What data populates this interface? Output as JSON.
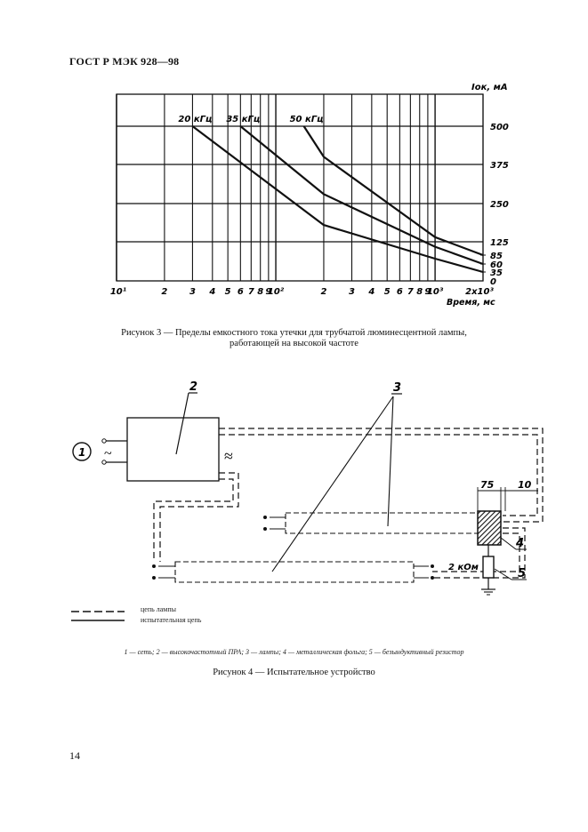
{
  "header": {
    "title": "ГОСТ Р МЭК 928—98"
  },
  "chart_data": {
    "type": "line",
    "title": "",
    "xlabel": "Время, мс",
    "ylabel": "Iок, мА",
    "x_scale": "log",
    "xlim": [
      10,
      2000
    ],
    "x_tick_labels": [
      "10¹",
      "2",
      "3",
      "4",
      "5",
      "6",
      "7",
      "8",
      "9",
      "10²",
      "2",
      "3",
      "4",
      "5",
      "6",
      "7",
      "8",
      "9",
      "10³",
      "2x10³"
    ],
    "y_tick_labels": [
      "500",
      "375",
      "250",
      "125",
      "85",
      "60",
      "35",
      "0"
    ],
    "series": [
      {
        "name": "20 кГц",
        "x": [
          30,
          200,
          1000,
          2000
        ],
        "y": [
          500,
          180,
          75,
          35
        ]
      },
      {
        "name": "35 кГц",
        "x": [
          60,
          200,
          1000,
          2000
        ],
        "y": [
          500,
          280,
          110,
          60
        ]
      },
      {
        "name": "50 кГц",
        "x": [
          150,
          200,
          1000,
          2000
        ],
        "y": [
          500,
          400,
          140,
          85
        ]
      }
    ]
  },
  "figure3": {
    "caption_line1": "Рисунок 3 — Пределы емкостного тока утечки для трубчатой люминесцентной лампы,",
    "caption_line2": "работающей на высокой частоте"
  },
  "figure4": {
    "labels": {
      "n1": "1",
      "n2": "2",
      "n3": "3",
      "n4": "4",
      "n5": "5"
    },
    "symbols": {
      "tilde": "~",
      "hf": "≈"
    },
    "dim_75": "75",
    "dim_10": "10",
    "resistor": "2 кОм",
    "legend_lamp": "цепь лампы",
    "legend_test": "испытательная цепь",
    "keys": "1 — сеть; 2 — высокочастотный ПРА; 3 — лампы; 4 — металлическая фольга; 5 — безындуктивный резистор",
    "caption": "Рисунок 4 — Испытательное устройство"
  },
  "page_number": "14"
}
